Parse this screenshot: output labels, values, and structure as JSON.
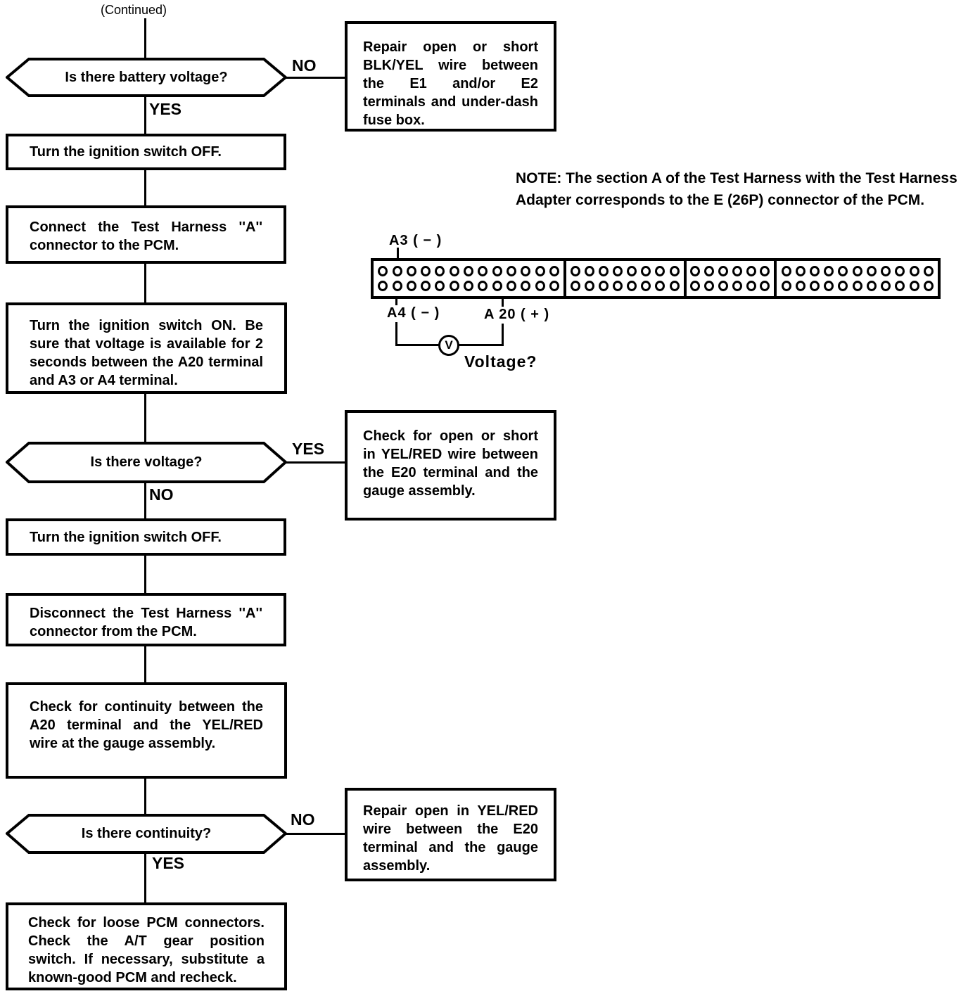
{
  "colors": {
    "ink": "#000000",
    "paper": "#ffffff"
  },
  "header": {
    "continued": "(Continued)"
  },
  "decisions": {
    "battery_voltage": {
      "label": "Is there battery voltage?",
      "no": "NO",
      "yes": "YES"
    },
    "voltage": {
      "label": "Is there voltage?",
      "yes": "YES",
      "no": "NO"
    },
    "continuity": {
      "label": "Is there continuity?",
      "no": "NO",
      "yes": "YES"
    }
  },
  "boxes": {
    "repair_blk_yel": "Repair open or short BLK/YEL wire between the E1 and/or E2 terminals and under-dash fuse box.",
    "ignition_off_1": "Turn the ignition switch OFF.",
    "connect_harness": "Connect the Test Harness ''A'' connector to the PCM.",
    "ignition_on": "Turn the ignition switch ON. Be sure that voltage is available for 2 seconds between the A20 terminal and A3 or A4 terminal.",
    "check_open_short": "Check for open or short in YEL/RED wire between the E20 terminal and the gauge assembly.",
    "ignition_off_2": "Turn the ignition switch OFF.",
    "disconnect_harness": "Disconnect the Test Harness ''A'' connector from the PCM.",
    "check_continuity": "Check for continuity between the A20 terminal and the YEL/RED wire at the gauge assembly.",
    "repair_yel_red": "Repair open in YEL/RED wire between the E20 terminal and the gauge assembly.",
    "final_check": "Check for loose PCM connectors. Check the A/T gear position switch. If necessary, substitute a known-good PCM and recheck."
  },
  "note": "NOTE:  The section A of the Test Harness with the Test Harness Adapter corresponds to the E (26P) connector of the PCM.",
  "connector": {
    "label_a3": "A3 ( − )",
    "label_a4": "A4 ( − )",
    "label_a20": "A 20 ( + )",
    "voltmeter_glyph": "V",
    "question": "Voltage?",
    "rows_per_section": 2,
    "sections_pins_per_row": [
      13,
      8,
      6,
      11
    ]
  }
}
